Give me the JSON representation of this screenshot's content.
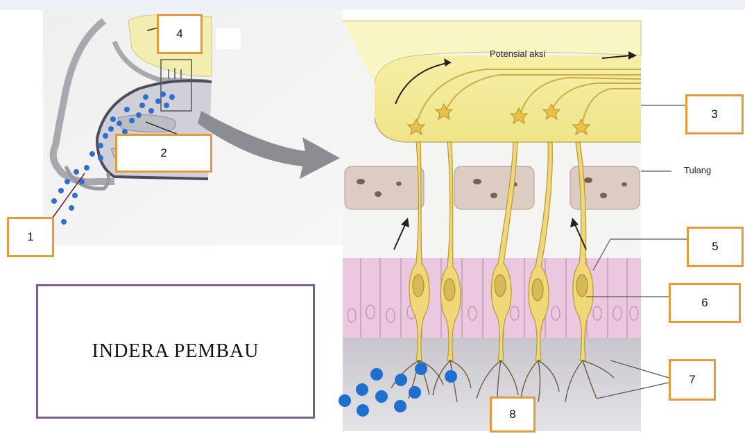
{
  "labels": {
    "potensial_aksi": "Potensial aksi",
    "tulang": "Tulang"
  },
  "title": "INDERA PEMBAU",
  "callouts": [
    "1",
    "2",
    "3",
    "4",
    "5",
    "6",
    "7",
    "8"
  ],
  "colors": {
    "callout_border": "#e59a3c",
    "title_border": "#7b5d93",
    "bulb": "#f7f2a8",
    "epithelium": "#e8c2dc",
    "bone": "#d9cbc2",
    "molecule": "#1f6fcf",
    "nerve": "#e2c35a"
  }
}
